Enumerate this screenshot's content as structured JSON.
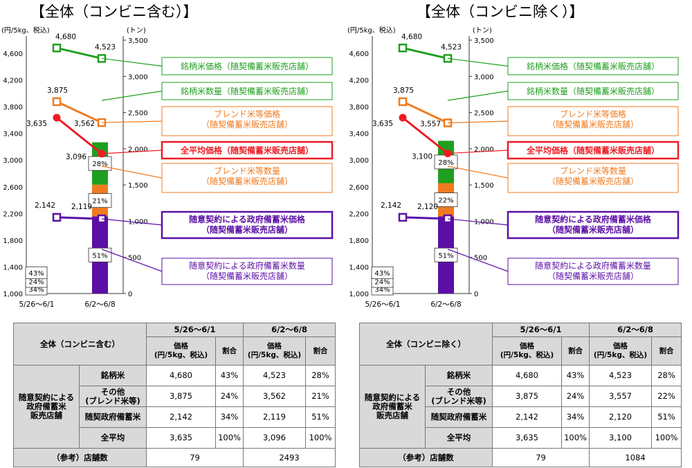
{
  "colors": {
    "brand": "#1ea01e",
    "blend": "#f07a1e",
    "gov": "#5b0fa6",
    "avg": "#ee1c24",
    "axis": "#333333"
  },
  "axis_labels": {
    "left_unit": "(円/5kg、税込)",
    "right_unit": "(トン)"
  },
  "legend": {
    "brand_price": "銘柄米価格（随契備蓄米販売店舗）",
    "brand_qty": "銘柄米数量（随契備蓄米販売店舗）",
    "blend_price_l1": "ブレンド米等価格",
    "blend_price_l2": "（随契備蓄米販売店舗）",
    "avg_price": "全平均価格（随契備蓄米販売店舗）",
    "blend_qty_l1": "ブレンド米等数量",
    "blend_qty_l2": "（随契備蓄米販売店舗）",
    "gov_price_l1": "随意契約による政府備蓄米価格",
    "gov_price_l2": "（随契備蓄米販売店舗）",
    "gov_qty_l1": "随意契約による政府備蓄米数量",
    "gov_qty_l2": "（随契備蓄米販売店舗）"
  },
  "table_labels": {
    "col_price_l1": "価格",
    "col_price_l2": "(円/5kg、税込)",
    "col_share": "割合",
    "group_l1": "随意契約による",
    "group_l2": "政府備蓄米",
    "group_l3": "販売店舗",
    "row_brand": "銘柄米",
    "row_other_l1": "その他",
    "row_other_l2": "(ブレンド米等)",
    "row_gov": "随契政府備蓄米",
    "row_avg": "全平均",
    "row_stores": "（参考）店舗数"
  },
  "chart_data": [
    {
      "type": "bar+line",
      "title": "【全体（コンビニ含む）】",
      "table_title": "全体（コンビニ含む）",
      "categories": [
        "5/26～6/1",
        "6/2～6/8"
      ],
      "y_left": {
        "min": 1000,
        "max": 4600,
        "step": 400
      },
      "y_right": {
        "min": 0,
        "max": 3500,
        "step": 500
      },
      "bar_totals_t": [
        366,
        2110
      ],
      "shares": {
        "brand": [
          "43%",
          "28%"
        ],
        "blend": [
          "24%",
          "21%"
        ],
        "gov": [
          "34%",
          "51%"
        ]
      },
      "share_values": {
        "brand": [
          43,
          28
        ],
        "blend": [
          24,
          21
        ],
        "gov": [
          34,
          51
        ]
      },
      "series": [
        {
          "key": "brand",
          "name": "銘柄米",
          "values": [
            4680,
            4523
          ],
          "labels": [
            "4,680",
            "4,523"
          ]
        },
        {
          "key": "blend",
          "name": "その他(ブレンド米等)",
          "values": [
            3875,
            3562
          ],
          "labels": [
            "3,875",
            "3,562"
          ]
        },
        {
          "key": "avg",
          "name": "全平均",
          "values": [
            3635,
            3096
          ],
          "labels": [
            "3,635",
            "3,096"
          ]
        },
        {
          "key": "gov",
          "name": "随契政府備蓄米",
          "values": [
            2142,
            2119
          ],
          "labels": [
            "2,142",
            "2,119"
          ]
        }
      ],
      "table": {
        "rows": [
          {
            "price": [
              "4,680",
              "4,523"
            ],
            "share": [
              "43%",
              "28%"
            ]
          },
          {
            "price": [
              "3,875",
              "3,562"
            ],
            "share": [
              "24%",
              "21%"
            ]
          },
          {
            "price": [
              "2,142",
              "2,119"
            ],
            "share": [
              "34%",
              "51%"
            ]
          },
          {
            "price": [
              "3,635",
              "3,096"
            ],
            "share": [
              "100%",
              "100%"
            ]
          }
        ],
        "stores": [
          "79",
          "2493"
        ]
      }
    },
    {
      "type": "bar+line",
      "title": "【全体（コンビニ除く）】",
      "table_title": "全体（コンビニ除く）",
      "categories": [
        "5/26～6/1",
        "6/2～6/8"
      ],
      "y_left": {
        "min": 1000,
        "max": 4600,
        "step": 400
      },
      "y_right": {
        "min": 0,
        "max": 3500,
        "step": 500
      },
      "bar_totals_t": [
        366,
        2110
      ],
      "shares": {
        "brand": [
          "43%",
          "28%"
        ],
        "blend": [
          "24%",
          "22%"
        ],
        "gov": [
          "34%",
          "51%"
        ]
      },
      "share_values": {
        "brand": [
          43,
          28
        ],
        "blend": [
          24,
          22
        ],
        "gov": [
          34,
          51
        ]
      },
      "series": [
        {
          "key": "brand",
          "name": "銘柄米",
          "values": [
            4680,
            4523
          ],
          "labels": [
            "4,680",
            "4,523"
          ]
        },
        {
          "key": "blend",
          "name": "その他(ブレンド米等)",
          "values": [
            3875,
            3557
          ],
          "labels": [
            "3,875",
            "3,557"
          ]
        },
        {
          "key": "avg",
          "name": "全平均",
          "values": [
            3635,
            3100
          ],
          "labels": [
            "3,635",
            "3,100"
          ]
        },
        {
          "key": "gov",
          "name": "随契政府備蓄米",
          "values": [
            2142,
            2120
          ],
          "labels": [
            "2,142",
            "2,120"
          ]
        }
      ],
      "table": {
        "rows": [
          {
            "price": [
              "4,680",
              "4,523"
            ],
            "share": [
              "43%",
              "28%"
            ]
          },
          {
            "price": [
              "3,875",
              "3,557"
            ],
            "share": [
              "24%",
              "22%"
            ]
          },
          {
            "price": [
              "2,142",
              "2,120"
            ],
            "share": [
              "34%",
              "51%"
            ]
          },
          {
            "price": [
              "3,635",
              "3,100"
            ],
            "share": [
              "100%",
              "100%"
            ]
          }
        ],
        "stores": [
          "79",
          "1084"
        ]
      }
    }
  ]
}
